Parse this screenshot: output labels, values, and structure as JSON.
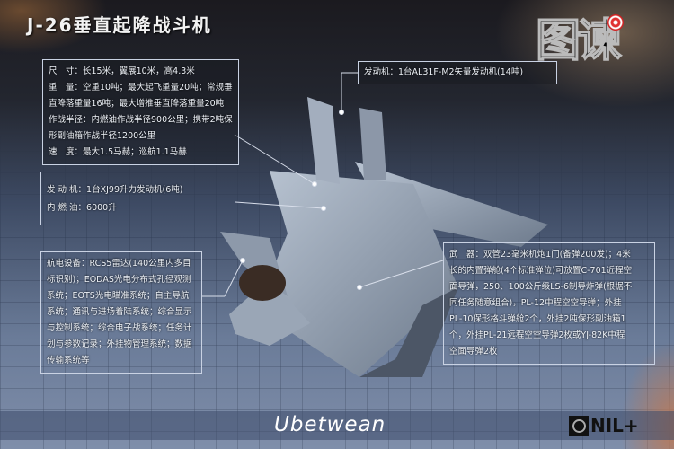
{
  "title": "J-26垂直起降战斗机",
  "logo": "图谏",
  "brand": "Ubetwean",
  "corner_logo": "NIL+",
  "specs_box": {
    "lines": [
      "尺　寸：长15米，翼展10米，高4.3米",
      "重　量：空重10吨；最大起飞重量20吨；常规垂",
      "直降落重量16吨；最大增推垂直降落重量20吨",
      "作战半径：内燃油作战半径900公里；携带2吨保",
      "形副油箱作战半径1200公里",
      "速　度：最大1.5马赫；巡航1.1马赫"
    ]
  },
  "engine_main_box": {
    "text": "发动机：1台AL31F-M2矢量发动机(14吨)"
  },
  "lift_engine_box": {
    "lines": [
      "发 动 机：1台XJ99升力发动机(6吨)",
      "内 燃 油：6000升"
    ]
  },
  "avionics_box": {
    "lines": [
      "航电设备：RCS5雷达(140公里内多目",
      "标识别)；EODAS光电分布式孔径观测",
      "系统；EOTS光电瞄准系统；自主导航",
      "系统；通讯与进场着陆系统；综合显示",
      "与控制系统；综合电子战系统；任务计",
      "划与参数记录；外挂物管理系统；数据",
      "传输系统等"
    ]
  },
  "weapons_box": {
    "lines": [
      "武　器：双管23毫米机炮1门(备弹200发)；4米",
      "长的内置弹舱(4个标准弹位)可放置C-701近程空",
      "面导弹，250、100公斤级LS-6制导炸弹(根据不",
      "同任务随意组合)，PL-12中程空空导弹；外挂",
      "PL-10保形格斗弹舱2个，外挂2吨保形副油箱1",
      "个，外挂PL-21远程空空导弹2枚或YJ-82K中程",
      "空面导弹2枚"
    ]
  },
  "colors": {
    "box_border": "#c9d2e3",
    "text": "#eef2f8",
    "target_red": "#e03030"
  }
}
